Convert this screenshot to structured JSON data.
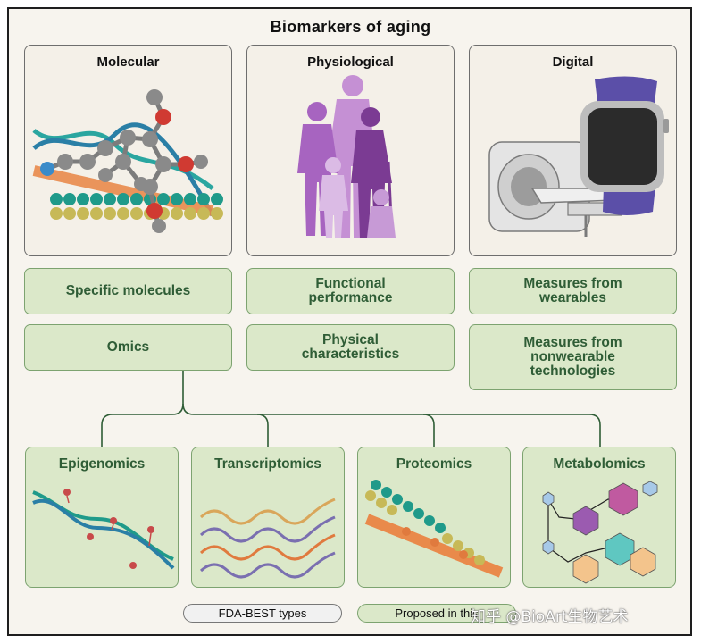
{
  "title": "Biomarkers of aging",
  "categories": [
    {
      "label": "Molecular"
    },
    {
      "label": "Physiological"
    },
    {
      "label": "Digital"
    }
  ],
  "types": {
    "specific_molecules": "Specific molecules",
    "omics": "Omics",
    "functional_performance_1": "Functional",
    "functional_performance_2": "performance",
    "physical_characteristics_1": "Physical",
    "physical_characteristics_2": "characteristics",
    "wearables_1": "Measures from",
    "wearables_2": "wearables",
    "nonwearable_1": "Measures from",
    "nonwearable_2": "nonwearable",
    "nonwearable_3": "technologies"
  },
  "omics_types": [
    {
      "label": "Epigenomics"
    },
    {
      "label": "Transcriptomics"
    },
    {
      "label": "Proteomics"
    },
    {
      "label": "Metabolomics"
    }
  ],
  "legend": {
    "fda_best": "FDA-BEST types",
    "proposed": "Proposed in this"
  },
  "watermark": "知乎 @BioArt生物艺术",
  "colors": {
    "green_fill": "#dbe8c9",
    "green_border": "#7da370",
    "green_text": "#2f5d36",
    "purple": "#9b5bb0",
    "teal": "#1f9a8a",
    "orange": "#e07a3e"
  }
}
